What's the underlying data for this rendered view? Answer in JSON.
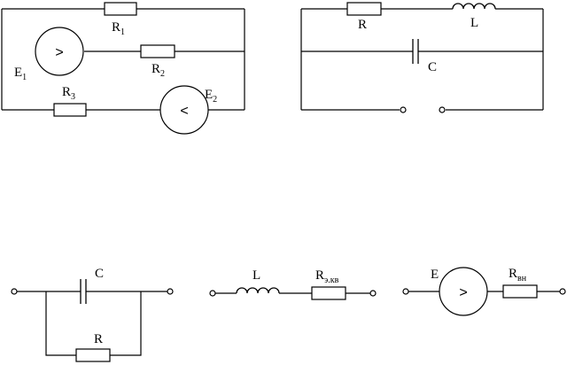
{
  "circuit1": {
    "R1": {
      "main": "R",
      "sub": "1"
    },
    "R2": {
      "main": "R",
      "sub": "2"
    },
    "R3": {
      "main": "R",
      "sub": "3"
    },
    "E1": {
      "main": "E",
      "sub": "1",
      "symbol": ">"
    },
    "E2": {
      "main": "E",
      "sub": "2",
      "symbol": "<"
    }
  },
  "circuit2": {
    "R": "R",
    "L": "L",
    "C": "C"
  },
  "circuit3": {
    "C": "C",
    "R": "R"
  },
  "circuit4": {
    "L": "L",
    "R": {
      "main": "R",
      "sub": "э.кв"
    }
  },
  "circuit5": {
    "E": "E",
    "R": {
      "main": "R",
      "sub": "вн"
    },
    "symbol": ">"
  }
}
